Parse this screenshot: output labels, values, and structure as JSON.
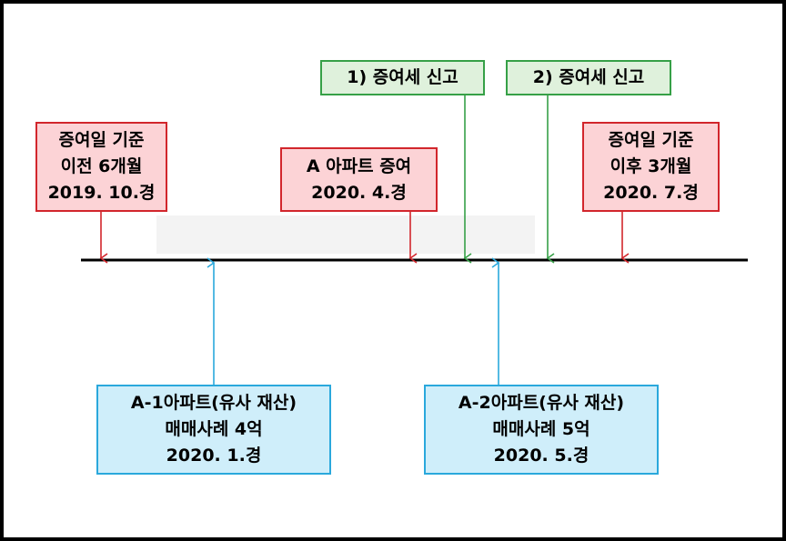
{
  "boxes": {
    "before": {
      "line1": "증여일 기준",
      "line2": "이전 6개월",
      "line3": "2019. 10.경",
      "color": "#d2262c"
    },
    "gift": {
      "line1": "A 아파트 증여",
      "line2": "2020. 4.경",
      "color": "#d2262c"
    },
    "after": {
      "line1": "증여일 기준",
      "line2": "이후 3개월",
      "line3": "2020. 7.경",
      "color": "#d2262c"
    },
    "report1": {
      "label": "1) 증여세 신고",
      "color": "#36a047"
    },
    "report2": {
      "label": "2) 증여세 신고",
      "color": "#36a047"
    },
    "a1": {
      "line1": "A-1아파트(유사 재산)",
      "line2": "매매사례 4억",
      "line3": "2020. 1.경",
      "color": "#2aa8dc"
    },
    "a2": {
      "line1": "A-2아파트(유사 재산)",
      "line2": "매매사례 5억",
      "line3": "2020. 5.경",
      "color": "#2aa8dc"
    }
  }
}
